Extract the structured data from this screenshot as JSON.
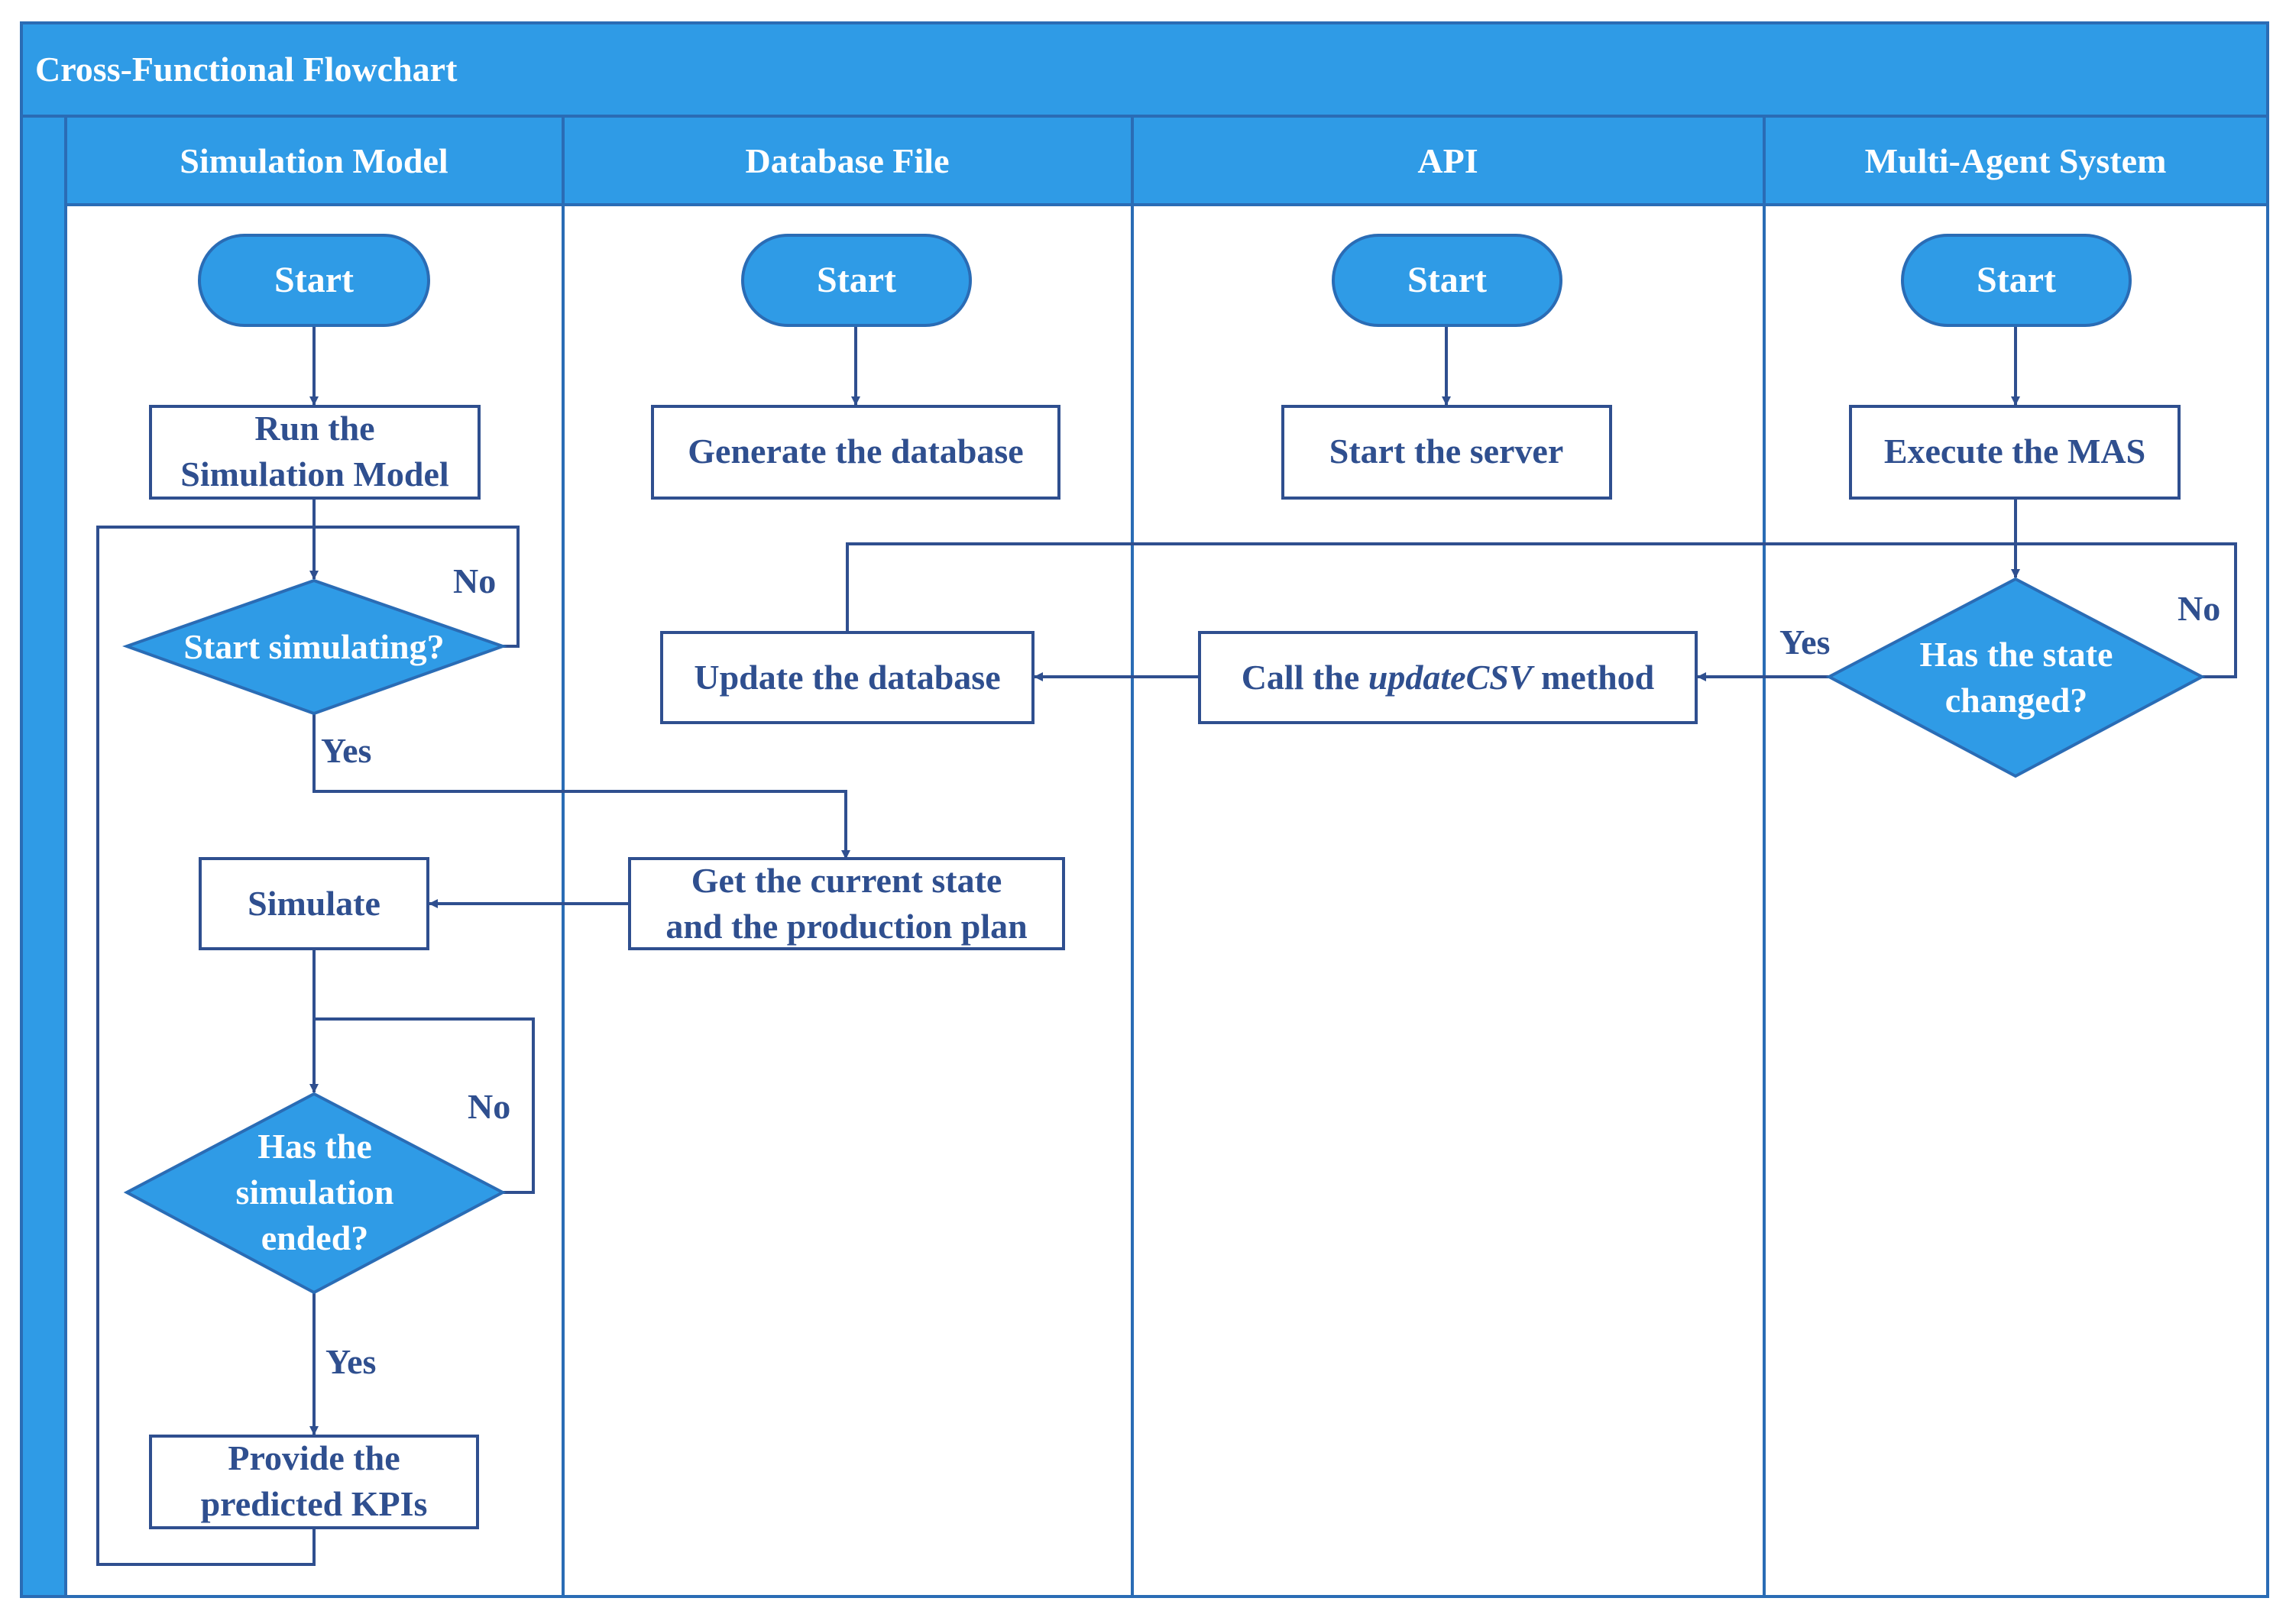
{
  "colors": {
    "accent": "#2f9be6",
    "border": "#2a6cb5",
    "line": "#2f4f8f",
    "box_text": "#2f4f8f",
    "white": "#ffffff"
  },
  "title": "Cross-Functional Flowchart",
  "lanes": [
    {
      "label": "Simulation Model"
    },
    {
      "label": "Database File"
    },
    {
      "label": "API"
    },
    {
      "label": "Multi-Agent System"
    }
  ],
  "nodes": {
    "start_sim": "Start",
    "start_db": "Start",
    "start_api": "Start",
    "start_mas": "Start",
    "run_model_l1": "Run the",
    "run_model_l2": "Simulation Model",
    "generate_db": "Generate the database",
    "start_server": "Start the server",
    "execute_mas": "Execute the MAS",
    "start_simulating": "Start simulating?",
    "update_db": "Update the database",
    "call_update_prefix": "Call the ",
    "call_update_method": "updateCSV",
    "call_update_suffix": " method",
    "state_changed_l1": "Has the state",
    "state_changed_l2": "changed?",
    "get_state_l1": "Get the current state",
    "get_state_l2": "and the production plan",
    "simulate": "Simulate",
    "sim_ended_l1": "Has the",
    "sim_ended_l2": "simulation",
    "sim_ended_l3": "ended?",
    "provide_kpis_l1": "Provide the",
    "provide_kpis_l2": "predicted KPIs"
  },
  "edge_labels": {
    "start_sim_no": "No",
    "start_sim_yes": "Yes",
    "state_yes": "Yes",
    "state_no": "No",
    "sim_end_no": "No",
    "sim_end_yes": "Yes"
  }
}
